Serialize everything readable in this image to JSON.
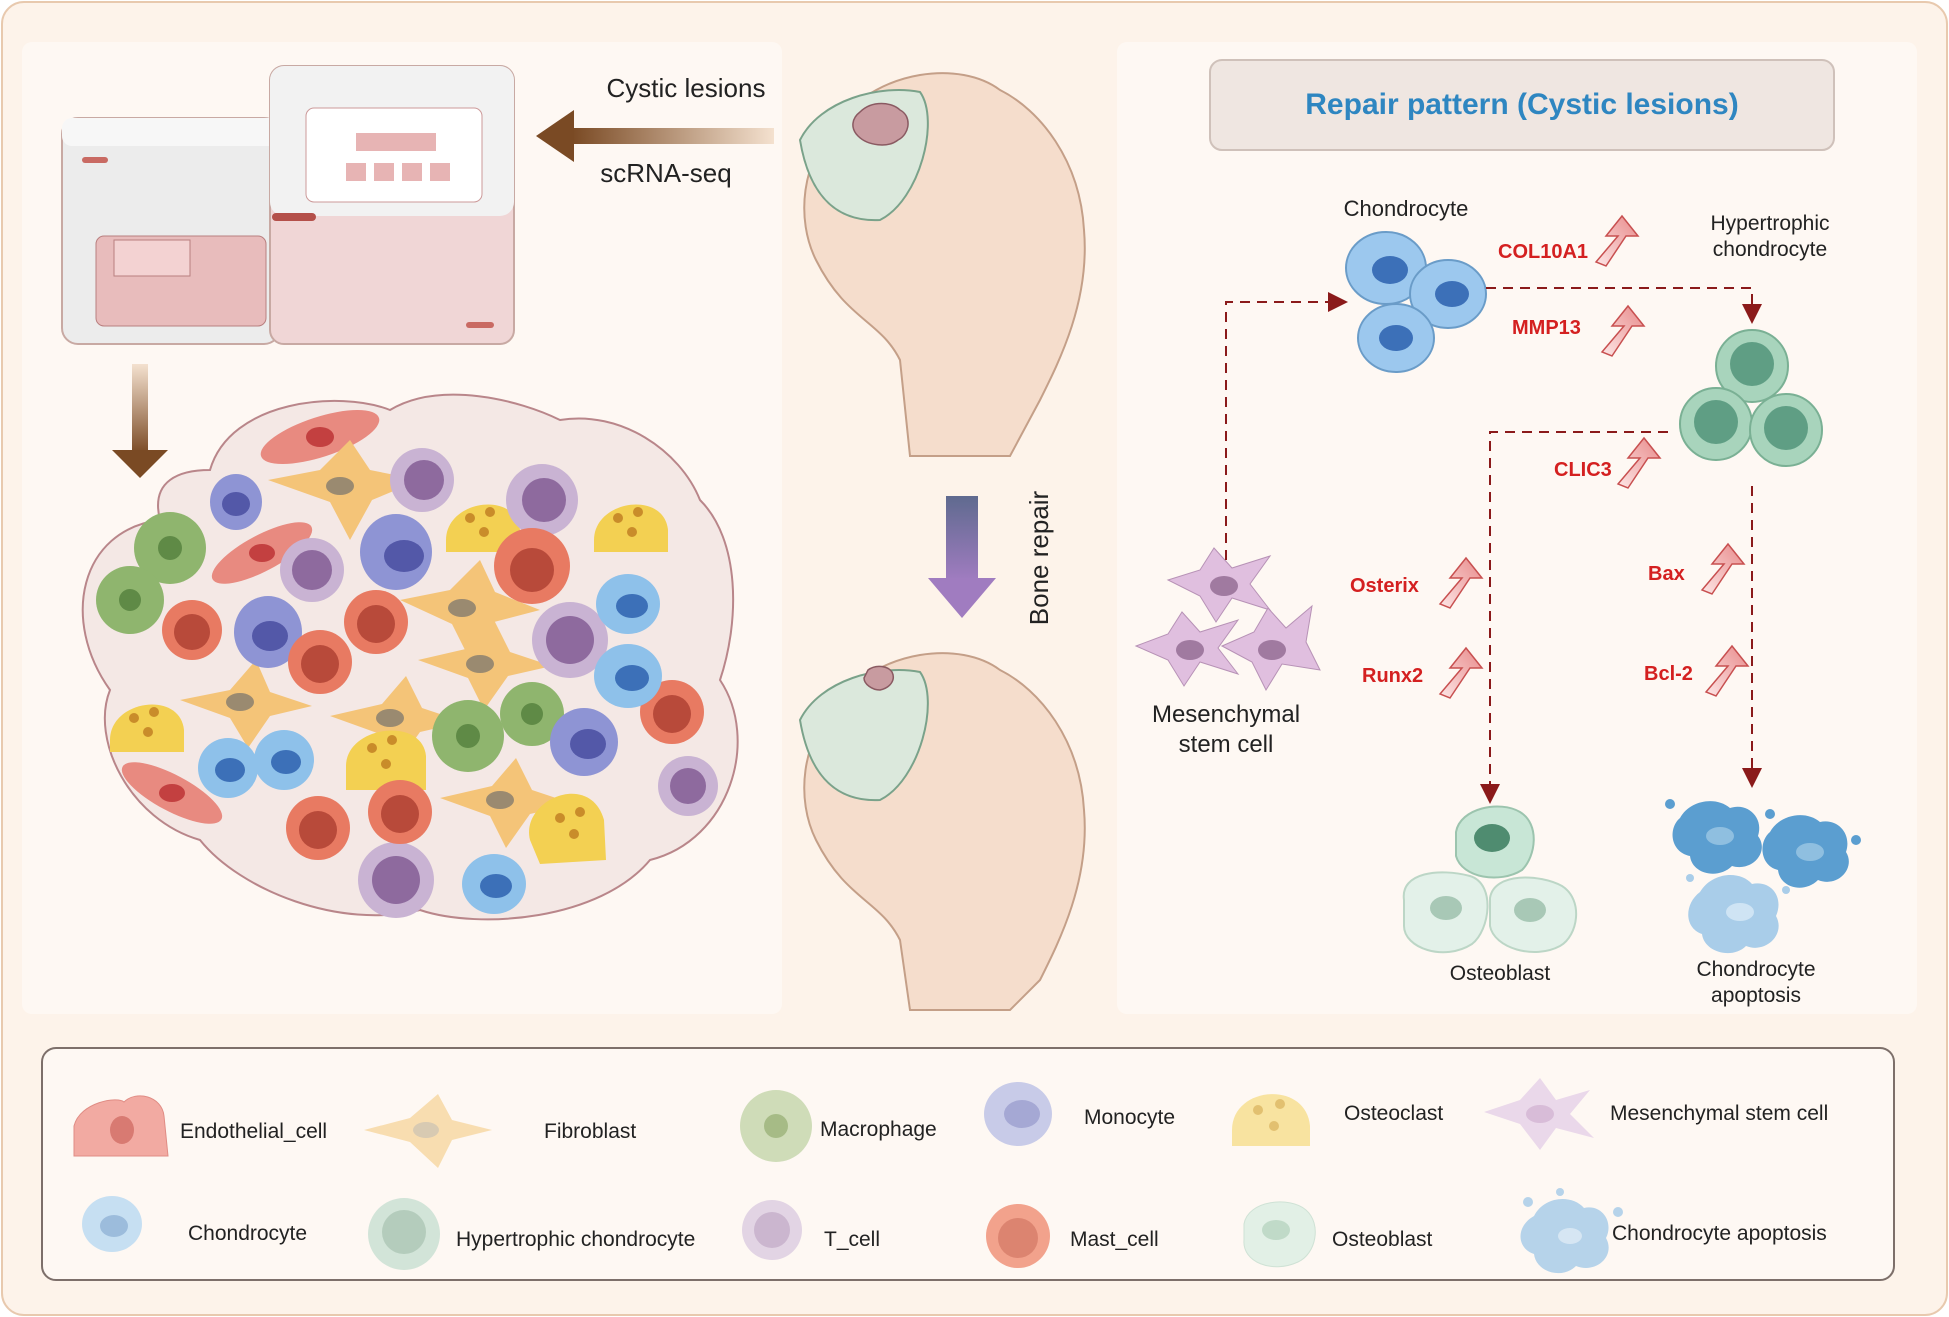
{
  "top_left": {
    "arrow_label_top": "Cystic lesions",
    "arrow_label_bottom": "scRNA-seq"
  },
  "center": {
    "arrow_label": "Bone repair"
  },
  "right_panel": {
    "title": "Repair pattern (Cystic lesions)",
    "cells": {
      "chondrocyte": "Chondrocyte",
      "hypertrophic_line1": "Hypertrophic",
      "hypertrophic_line2": "chondrocyte",
      "msc_line1": "Mesenchymal",
      "msc_line2": "stem cell",
      "osteoblast": "Osteoblast",
      "apoptosis_line1": "Chondrocyte",
      "apoptosis_line2": "apoptosis"
    },
    "genes": {
      "col10a1": "COL10A1",
      "mmp13": "MMP13",
      "clic3": "CLIC3",
      "osterix": "Osterix",
      "runx2": "Runx2",
      "bax": "Bax",
      "bcl2": "Bcl-2"
    }
  },
  "legend": {
    "items": [
      {
        "label": "Endothelial_cell",
        "icon": "endothelial-cell-icon"
      },
      {
        "label": "Fibroblast",
        "icon": "fibroblast-icon"
      },
      {
        "label": "Macrophage",
        "icon": "macrophage-icon"
      },
      {
        "label": "Monocyte",
        "icon": "monocyte-icon"
      },
      {
        "label": "Osteoclast",
        "icon": "osteoclast-icon"
      },
      {
        "label": "Mesenchymal stem cell",
        "icon": "mesenchymal-stem-cell-icon"
      },
      {
        "label": "Chondrocyte",
        "icon": "chondrocyte-icon"
      },
      {
        "label": "Hypertrophic chondrocyte",
        "icon": "hypertrophic-chondrocyte-icon"
      },
      {
        "label": "T_cell",
        "icon": "t-cell-icon"
      },
      {
        "label": "Mast_cell",
        "icon": "mast-cell-icon"
      },
      {
        "label": "Osteoblast",
        "icon": "osteoblast-icon"
      },
      {
        "label": "Chondrocyte apoptosis",
        "icon": "chondrocyte-apoptosis-icon"
      }
    ]
  },
  "colors": {
    "background": "#fdf3ea",
    "title_blue": "#2e86c1",
    "gene_red": "#d42020",
    "dashed_arrow": "#8b1a1a"
  }
}
